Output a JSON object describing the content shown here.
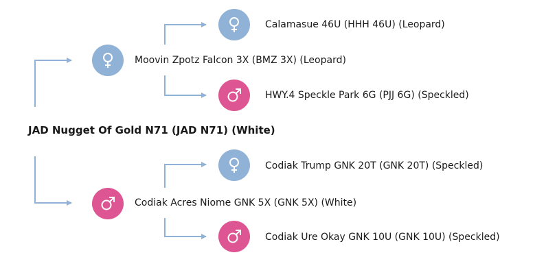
{
  "colors": {
    "female": "#8fb2d6",
    "male": "#dd5592",
    "connector": "#8fb2d6",
    "text": "#1a1a1a"
  },
  "root": {
    "name": "JAD Nugget Of Gold N71 (JAD N71) (White)"
  },
  "sire": {
    "name": "Moovin Zpotz Falcon 3X (BMZ 3X) (Leopard)",
    "gender": "female",
    "icon": "female-icon"
  },
  "sire_dam": {
    "name": "Calamasue 46U (HHH 46U) (Leopard)",
    "gender": "female",
    "icon": "female-icon"
  },
  "sire_sire": {
    "name": "HWY.4 Speckle Park 6G (PJJ 6G) (Speckled)",
    "gender": "male",
    "icon": "male-icon"
  },
  "dam": {
    "name": "Codiak Acres Niome GNK 5X (GNK 5X) (White)",
    "gender": "male",
    "icon": "male-icon"
  },
  "dam_dam": {
    "name": "Codiak Trump GNK 20T (GNK 20T) (Speckled)",
    "gender": "female",
    "icon": "female-icon"
  },
  "dam_sire": {
    "name": "Codiak Ure Okay GNK 10U (GNK 10U) (Speckled)",
    "gender": "male",
    "icon": "male-icon"
  }
}
